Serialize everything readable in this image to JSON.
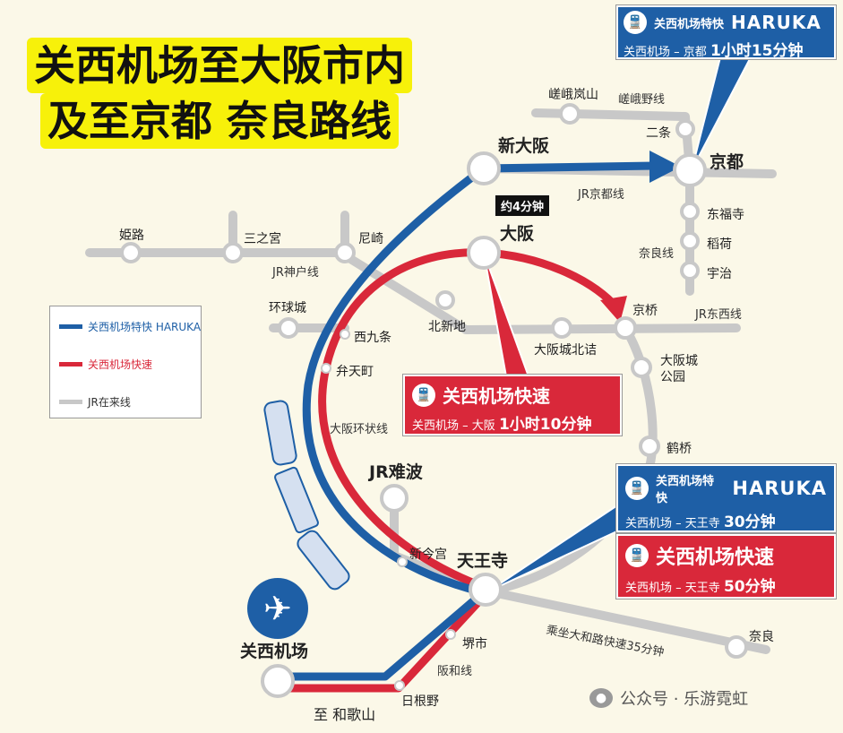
{
  "title": {
    "line1": "关西机场至大阪市内",
    "line2": "及至京都 奈良路线"
  },
  "stations": {
    "shin_osaka": "新大阪",
    "kyoto": "京都",
    "osaka": "大阪",
    "tennoji": "天王寺",
    "kansai_airport": "关西机场",
    "jr_namba": "JR难波",
    "himeji": "姫路",
    "sannomiya": "三之宮",
    "amagasaki": "尼崎",
    "saga_arashiyama": "嵯峨岚山",
    "nijo": "二条",
    "tofukuji": "东福寺",
    "inari": "稻荷",
    "uji": "宇治",
    "kyobashi": "京桥",
    "osakajo_kitazume": "大阪城北诘",
    "kitashinchi": "北新地",
    "nishikujo": "西九条",
    "bentencho": "弁天町",
    "osakajo_koen": "大阪城\n公园",
    "tsuruhashi": "鹤桥",
    "shin_imamiya": "新今宫",
    "sakaishi": "堺市",
    "hineno": "日根野",
    "nara": "奈良",
    "universal_city": "环球城"
  },
  "lines": {
    "sagano": "嵯峨野线",
    "kyoto_line": "JR京都线",
    "kobe_line": "JR神户线",
    "tozai_line": "JR东西线",
    "nara_line": "奈良线",
    "loop_line": "大阪环状线",
    "hanwa_line": "阪和线",
    "to_wakayama": "至 和歌山",
    "yamatoji": "乘坐大和路快速35分钟"
  },
  "travel_badge": "约4分钟",
  "legend": {
    "haruka": "关西机场特快 HARUKA",
    "rapid": "关西机场快速",
    "jr": "JR在来线"
  },
  "boxes": {
    "haruka_kyoto": {
      "name": "关西机场特快",
      "brand": "HARUKA",
      "from": "关西机场",
      "dash": "–",
      "to": "京都",
      "time": "1小时15分钟"
    },
    "rapid_osaka": {
      "name": "关西机场快速",
      "from": "关西机场",
      "dash": "–",
      "to": "大阪",
      "time": "1小时10分钟"
    },
    "haruka_tennoji": {
      "name": "关西机场特快",
      "brand": "HARUKA",
      "from": "关西机场",
      "dash": "–",
      "to": "天王寺",
      "time": "30分钟"
    },
    "rapid_tennoji": {
      "name": "关西机场快速",
      "from": "关西机场",
      "dash": "–",
      "to": "天王寺",
      "time": "50分钟"
    }
  },
  "watermark": "公众号 · 乐游霓虹",
  "colors": {
    "haruka": "#1e5fa6",
    "rapid": "#d9283a",
    "jr": "#c8c8c8",
    "title_bg": "#f7f10a"
  },
  "icons": {
    "train": "train-icon",
    "airport": "airplane-icon",
    "wechat": "wechat-icon"
  }
}
